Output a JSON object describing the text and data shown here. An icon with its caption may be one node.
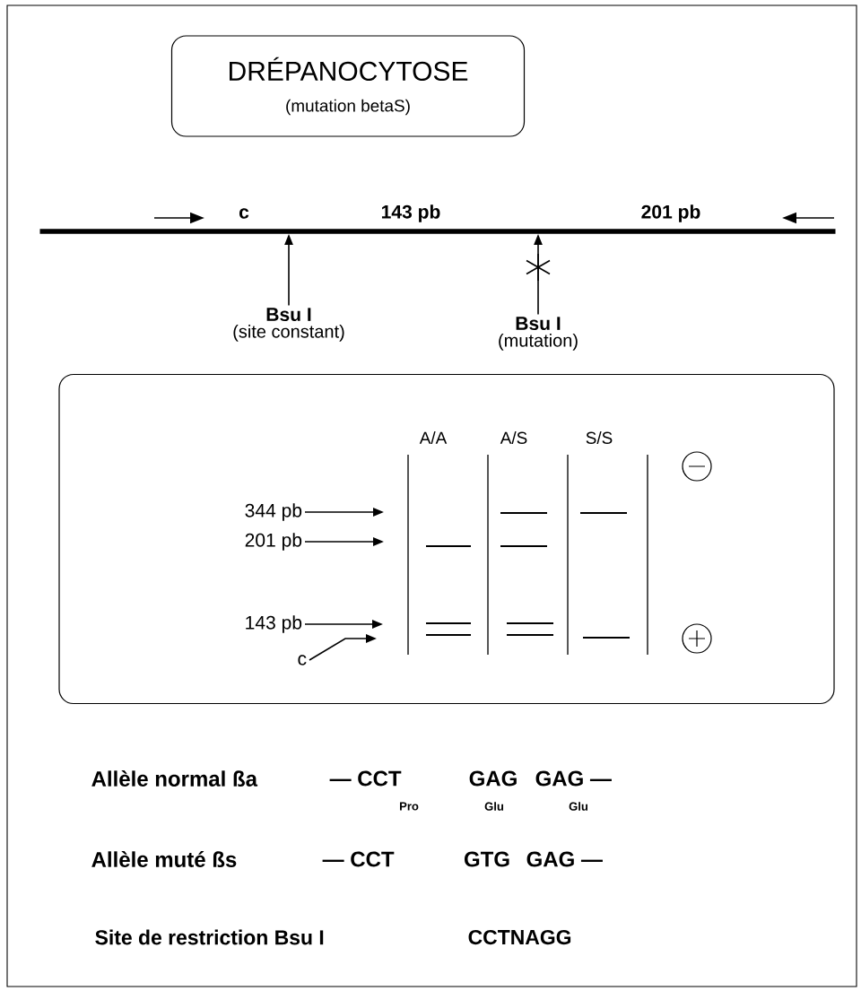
{
  "diagram": {
    "nodes": [
      {
        "text": [
          "DRÉPANOCYTOSE",
          "(mutation betaS)"
        ]
      },
      {
        "text": [],
        "shape": "bar"
      },
      {
        "text": [
          "Bsu I",
          "(site constant)"
        ]
      },
      {
        "text": [
          "Bsu I",
          "(mutation)"
        ]
      },
      {
        "text": [],
        "shape": "box"
      },
      {
        "text": [
          "344 pb"
        ],
        "in": 4
      },
      {
        "text": [
          "201 pb"
        ],
        "in": 4
      },
      {
        "text": [
          "143 pb"
        ],
        "in": 4
      },
      {
        "text": [
          "c"
        ],
        "in": 4
      }
    ],
    "edges": [
      {
        "from": 2,
        "to": 1,
        "arrow": "to"
      },
      {
        "from": 3,
        "to": 1,
        "arrow": "to"
      },
      {
        "from": 5,
        "to": null,
        "arrow": "to"
      },
      {
        "from": 6,
        "to": null,
        "arrow": "to"
      },
      {
        "from": 7,
        "to": null,
        "arrow": "to"
      },
      {
        "from": 8,
        "to": null,
        "arrow": "to"
      }
    ],
    "labels": [
      "c",
      "143 pb",
      "201 pb",
      "A/A",
      "A/S",
      "S/S",
      "Allèle normal ßa",
      "— CCT",
      "GAG",
      "GAG —",
      "Pro",
      "Glu",
      "Glu",
      "Allèle muté ßs",
      "— CCT",
      "GTG",
      "GAG —",
      "Site de restriction Bsu I",
      "CCTNAGG"
    ]
  }
}
